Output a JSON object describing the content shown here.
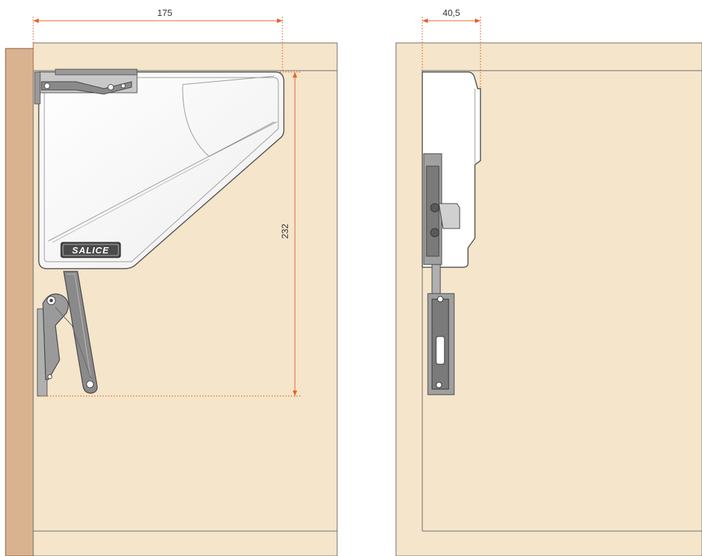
{
  "dimensions": {
    "width_front": "175",
    "height_front": "232",
    "depth_side": "40,5"
  },
  "brand": {
    "logo_text": "SALICE"
  },
  "colors": {
    "cabinet_panel": "#f4e5cb",
    "wall_side": "#d9b290",
    "dimension_line": "#e8622a",
    "outline": "#555555",
    "mechanism_metal": "#8a8a8a",
    "mechanism_dark": "#4a4a4a",
    "cover_body": "#ffffff"
  }
}
